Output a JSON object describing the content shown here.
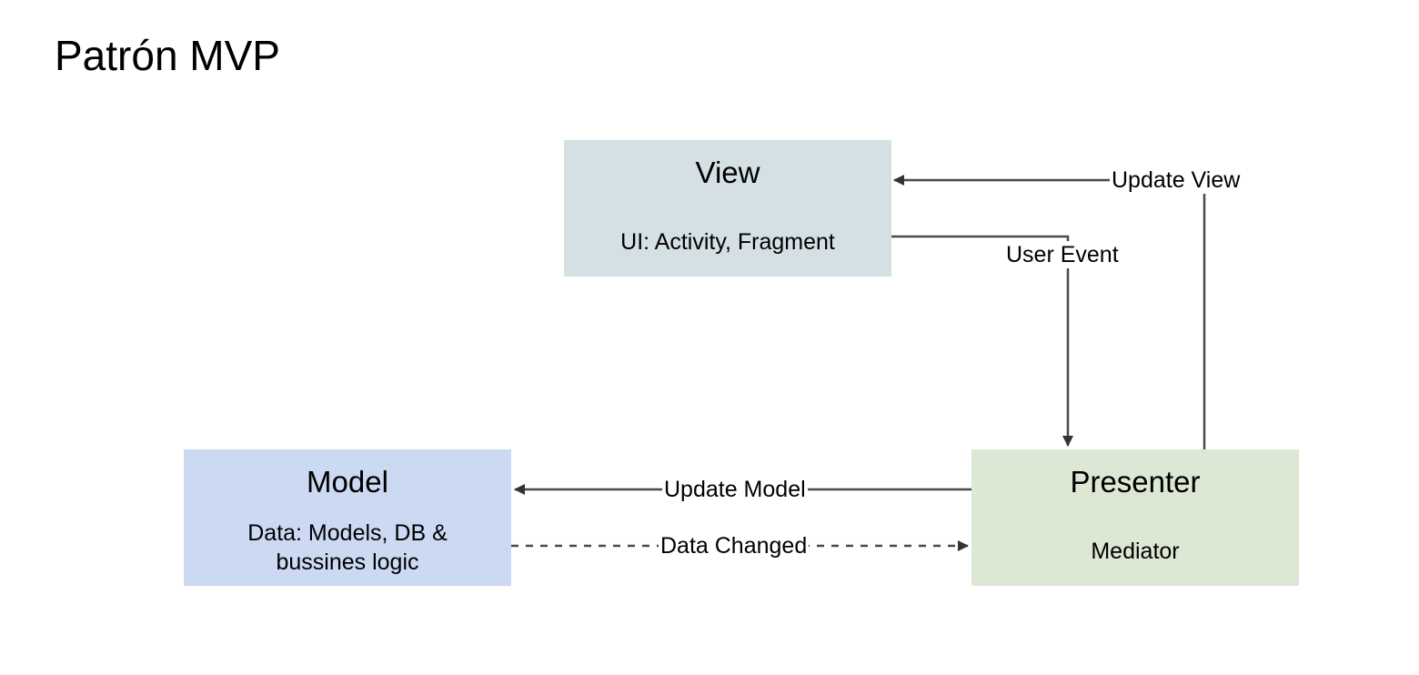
{
  "title": "Patrón MVP",
  "nodes": {
    "view": {
      "title": "View",
      "subtitle": "UI: Activity, Fragment",
      "color": "#d4e0e4"
    },
    "model": {
      "title": "Model",
      "subtitle": "Data: Models, DB & bussines logic",
      "color": "#cbd9f3"
    },
    "presenter": {
      "title": "Presenter",
      "subtitle": "Mediator",
      "color": "#dce8d4"
    }
  },
  "edges": {
    "update_view": {
      "label": "Update View",
      "from": "presenter",
      "to": "view",
      "style": "solid"
    },
    "user_event": {
      "label": "User Event",
      "from": "view",
      "to": "presenter",
      "style": "solid"
    },
    "update_model": {
      "label": "Update Model",
      "from": "presenter",
      "to": "model",
      "style": "solid"
    },
    "data_changed": {
      "label": "Data Changed",
      "from": "model",
      "to": "presenter",
      "style": "dashed"
    }
  },
  "line_color": "#4a4a4a"
}
